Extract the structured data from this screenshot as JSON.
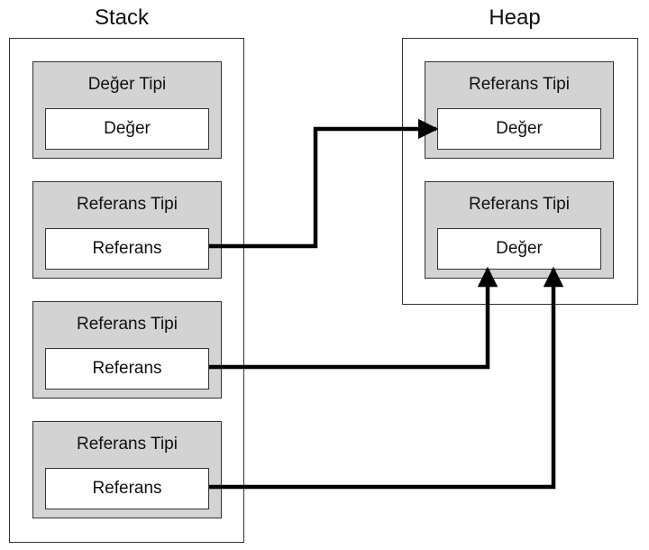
{
  "stack": {
    "title": "Stack",
    "cells": [
      {
        "type_label": "Değer Tipi",
        "content": "Değer"
      },
      {
        "type_label": "Referans Tipi",
        "content": "Referans"
      },
      {
        "type_label": "Referans Tipi",
        "content": "Referans"
      },
      {
        "type_label": "Referans Tipi",
        "content": "Referans"
      }
    ]
  },
  "heap": {
    "title": "Heap",
    "cells": [
      {
        "type_label": "Referans Tipi",
        "content": "Değer"
      },
      {
        "type_label": "Referans Tipi",
        "content": "Değer"
      }
    ]
  },
  "arrows": [
    {
      "from": "stack.cells.1",
      "to": "heap.cells.0"
    },
    {
      "from": "stack.cells.2",
      "to": "heap.cells.1"
    },
    {
      "from": "stack.cells.3",
      "to": "heap.cells.1"
    }
  ],
  "colors": {
    "cell_fill": "#d3d3d3",
    "border": "#333333",
    "arrow": "#000000"
  }
}
